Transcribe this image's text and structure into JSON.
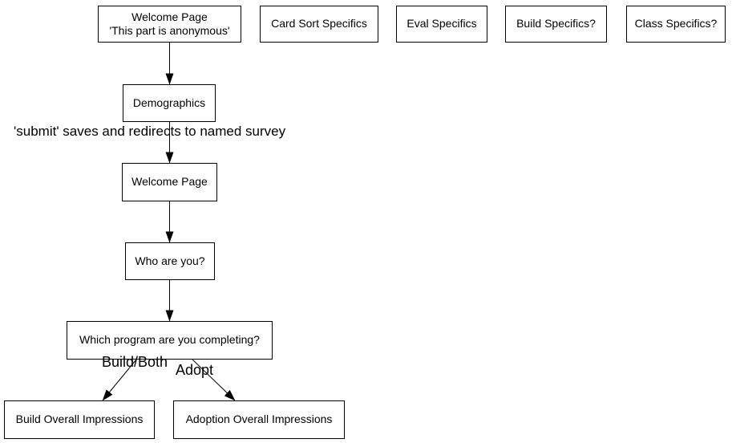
{
  "diagram": {
    "colors": {
      "background": "#ffffff",
      "line": "#000000",
      "text": "#000000"
    },
    "nodes": {
      "welcome_anonymous": {
        "line1": "Welcome Page",
        "line2": "'This part is anonymous'"
      },
      "card_sort_specifics": {
        "label": "Card Sort Specifics"
      },
      "eval_specifics": {
        "label": "Eval Specifics"
      },
      "build_specifics": {
        "label": "Build Specifics?"
      },
      "class_specifics": {
        "label": "Class Specifics?"
      },
      "demographics": {
        "label": "Demographics"
      },
      "welcome_page": {
        "label": "Welcome Page"
      },
      "who_are_you": {
        "label": "Who are you?"
      },
      "which_program": {
        "label": "Which program are you completing?"
      },
      "build_overall": {
        "label": "Build Overall Impressions"
      },
      "adoption_overall": {
        "label": "Adoption Overall Impressions"
      }
    },
    "annotations": {
      "submit_note": "'submit' saves and redirects to named survey",
      "edge_build": "Build/Both",
      "edge_adopt": "Adopt"
    }
  }
}
